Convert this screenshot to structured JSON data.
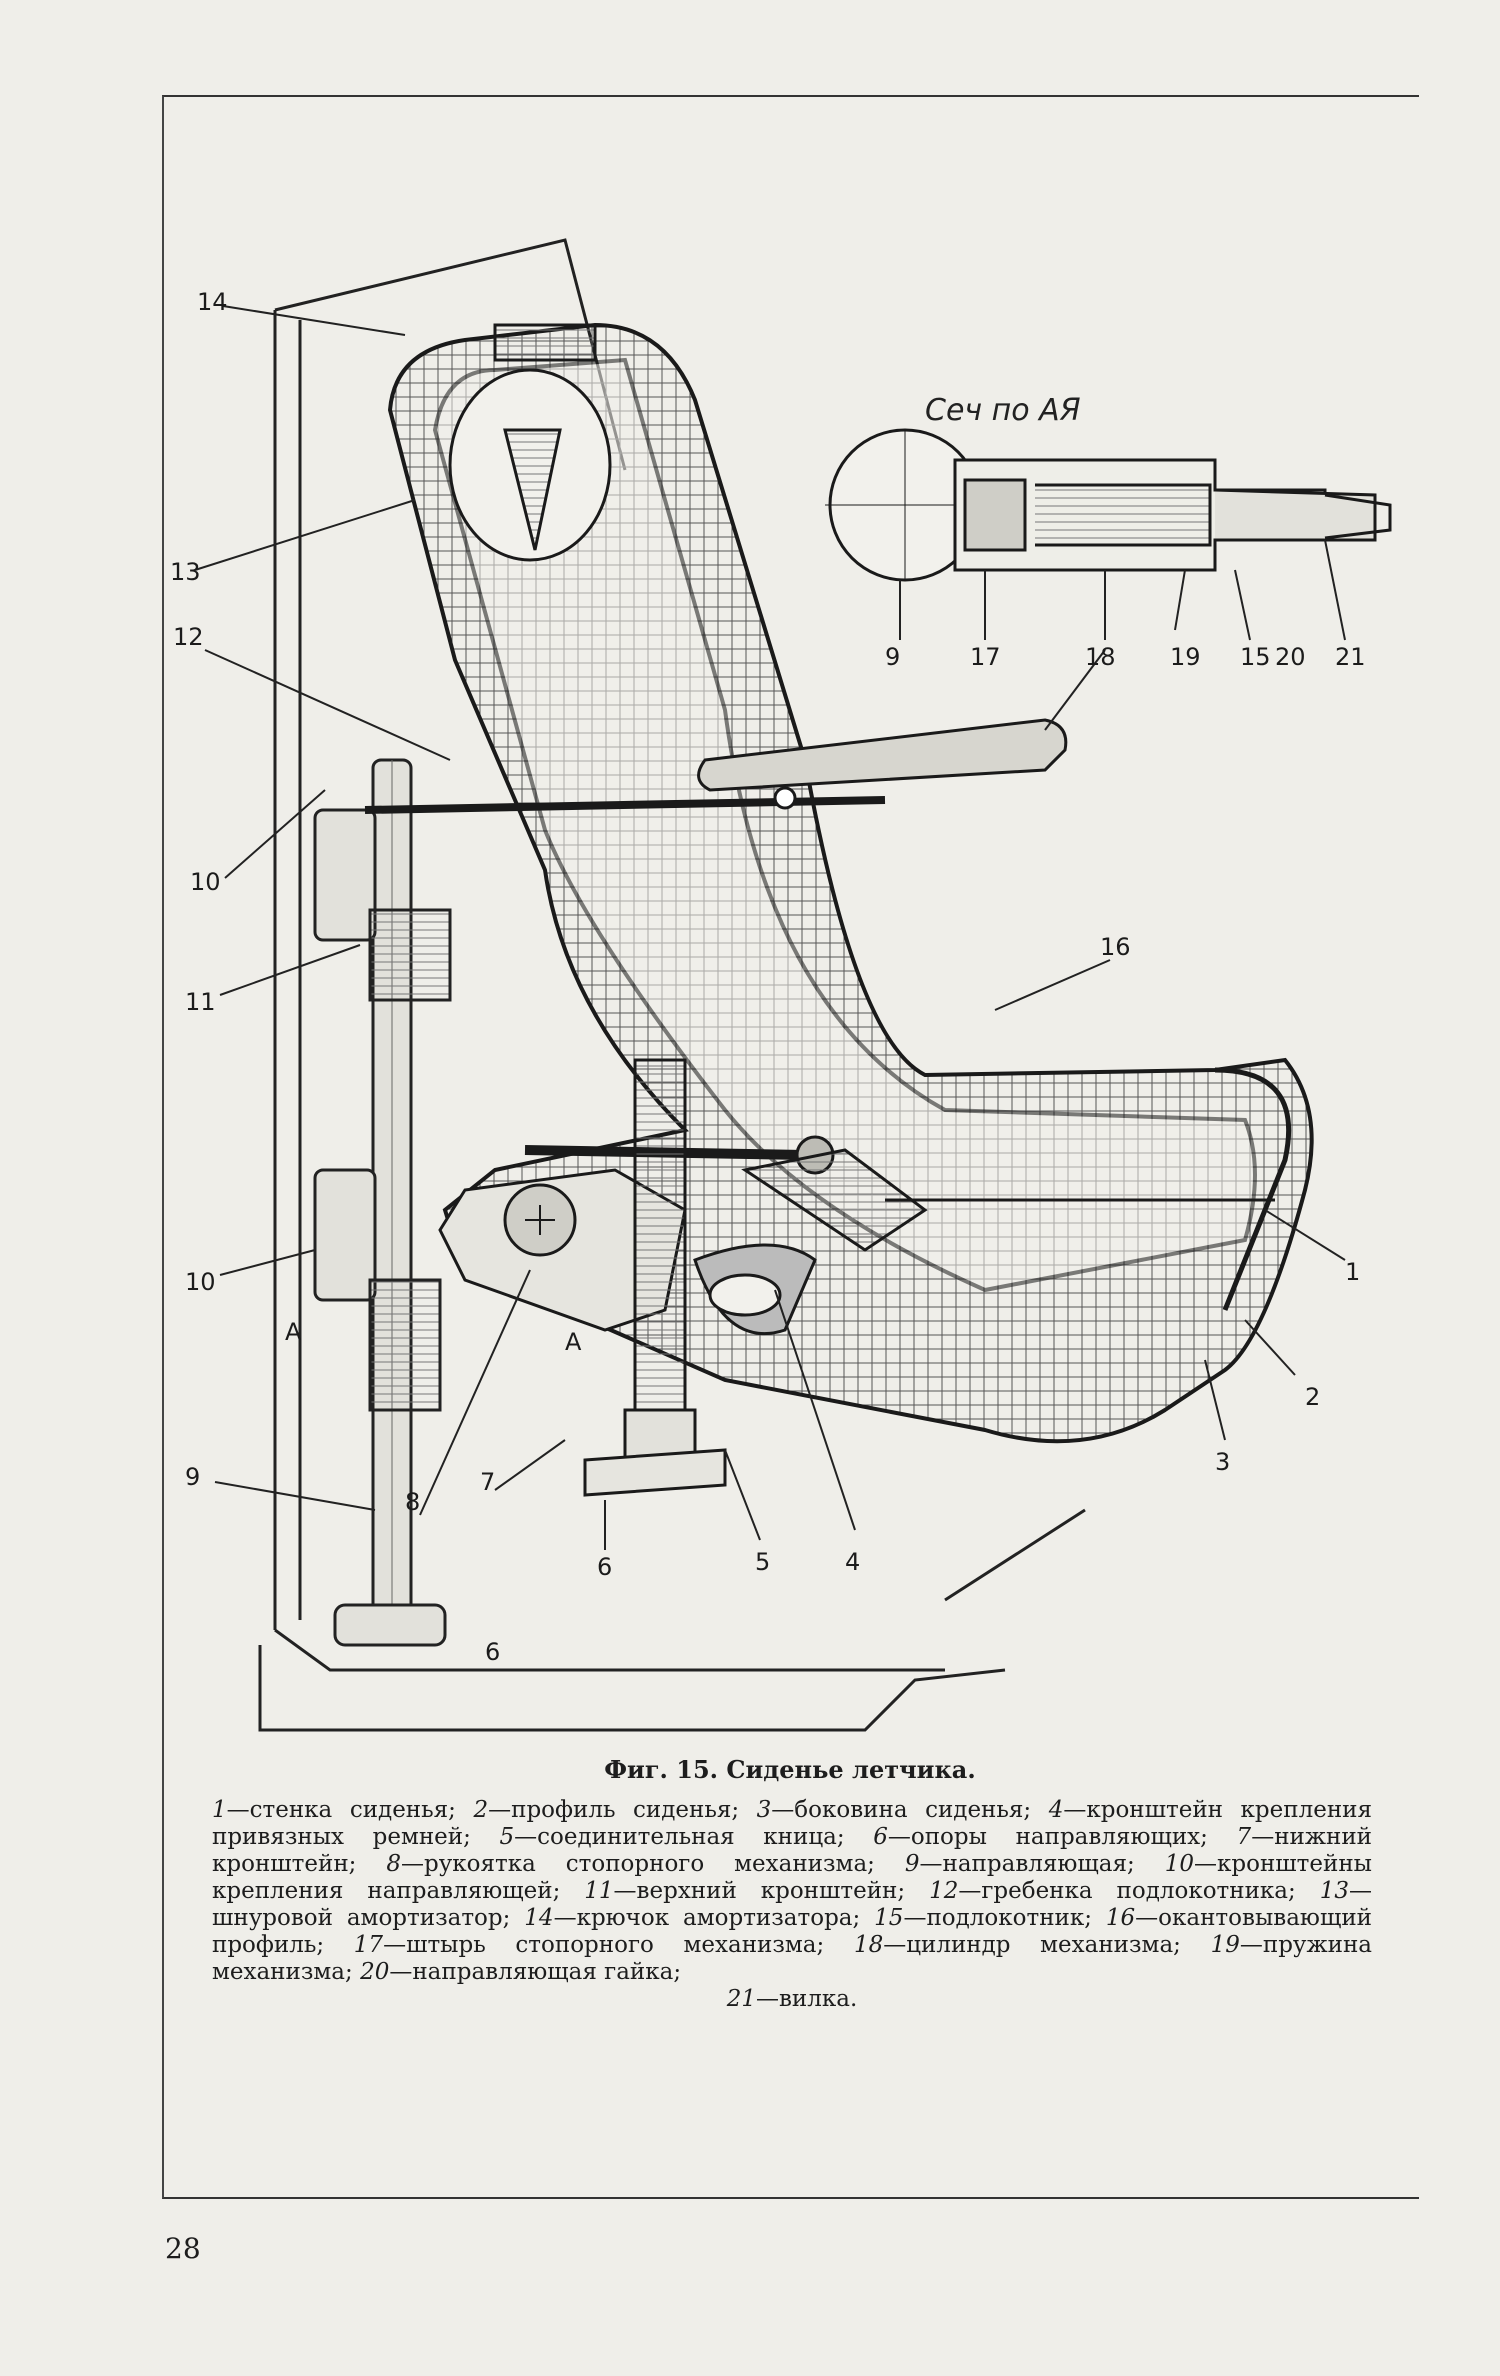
{
  "figure": {
    "section_label": "Сеч по АЯ",
    "section_marker": "А",
    "callouts": {
      "c14": "14",
      "c13": "13",
      "c12": "12",
      "c10a": "10",
      "c11": "11",
      "c10b": "10",
      "c9": "9",
      "c8": "8",
      "c7": "7",
      "c6a": "6",
      "c6b": "6",
      "c5": "5",
      "c4": "4",
      "c3": "3",
      "c2": "2",
      "c1": "1",
      "c16": "16",
      "c15": "15",
      "s9": "9",
      "s17": "17",
      "s18": "18",
      "s19": "19",
      "s20": "20",
      "s21": "21",
      "a_top": "А",
      "a_mid": "А"
    }
  },
  "caption": {
    "title": "Фиг. 15. Сиденье летчика.",
    "items": [
      {
        "num": "1",
        "text": "—стенка сиденья; "
      },
      {
        "num": "2",
        "text": "—профиль сиденья; "
      },
      {
        "num": "3",
        "text": "—боковина сиденья; "
      },
      {
        "num": "4",
        "text": "—кронштейн крепления привязных ремней; "
      },
      {
        "num": "5",
        "text": "—соединительная кница; "
      },
      {
        "num": "6",
        "text": "—опоры направляющих; "
      },
      {
        "num": "7",
        "text": "—нижний кронштейн; "
      },
      {
        "num": "8",
        "text": "—рукоятка стопорного механизма; "
      },
      {
        "num": "9",
        "text": "—направляющая; "
      },
      {
        "num": "10",
        "text": "—кронштейны крепления направляющей; "
      },
      {
        "num": "11",
        "text": "—верхний кронштейн; "
      },
      {
        "num": "12",
        "text": "—гребенка подлокотника; "
      },
      {
        "num": "13",
        "text": "—шнуровой амортизатор; "
      },
      {
        "num": "14",
        "text": "—крючок амортизатора; "
      },
      {
        "num": "15",
        "text": "—подлокотник; "
      },
      {
        "num": "16",
        "text": "—окантовывающий профиль; "
      },
      {
        "num": "17",
        "text": "—штырь стопорного механизма; "
      },
      {
        "num": "18",
        "text": "—цилиндр механизма; "
      },
      {
        "num": "19",
        "text": "—пружина механизма; "
      },
      {
        "num": "20",
        "text": "—направляющая гайка; "
      },
      {
        "num": "21",
        "text": "—вилка."
      }
    ]
  },
  "page_number": "28"
}
